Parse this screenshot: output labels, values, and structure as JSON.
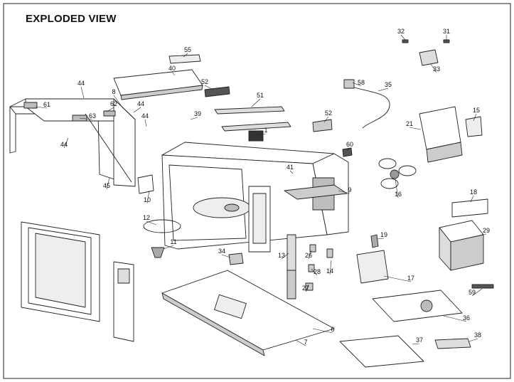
{
  "title": "EXPLODED VIEW",
  "colors": {
    "line": "#222222",
    "fill": "#ffffff",
    "shade": "#bdbdbd",
    "dark": "#555555"
  },
  "parts": [
    "1",
    "6",
    "7",
    "8",
    "9",
    "10",
    "11",
    "12",
    "13",
    "14",
    "15",
    "16",
    "17",
    "18",
    "19",
    "21",
    "26",
    "27",
    "28",
    "29",
    "31",
    "32",
    "33",
    "34",
    "35",
    "36",
    "37",
    "38",
    "39",
    "40",
    "41",
    "44",
    "44",
    "44",
    "44",
    "45",
    "51",
    "52",
    "52",
    "55",
    "58",
    "59",
    "60",
    "61",
    "62",
    "63"
  ]
}
